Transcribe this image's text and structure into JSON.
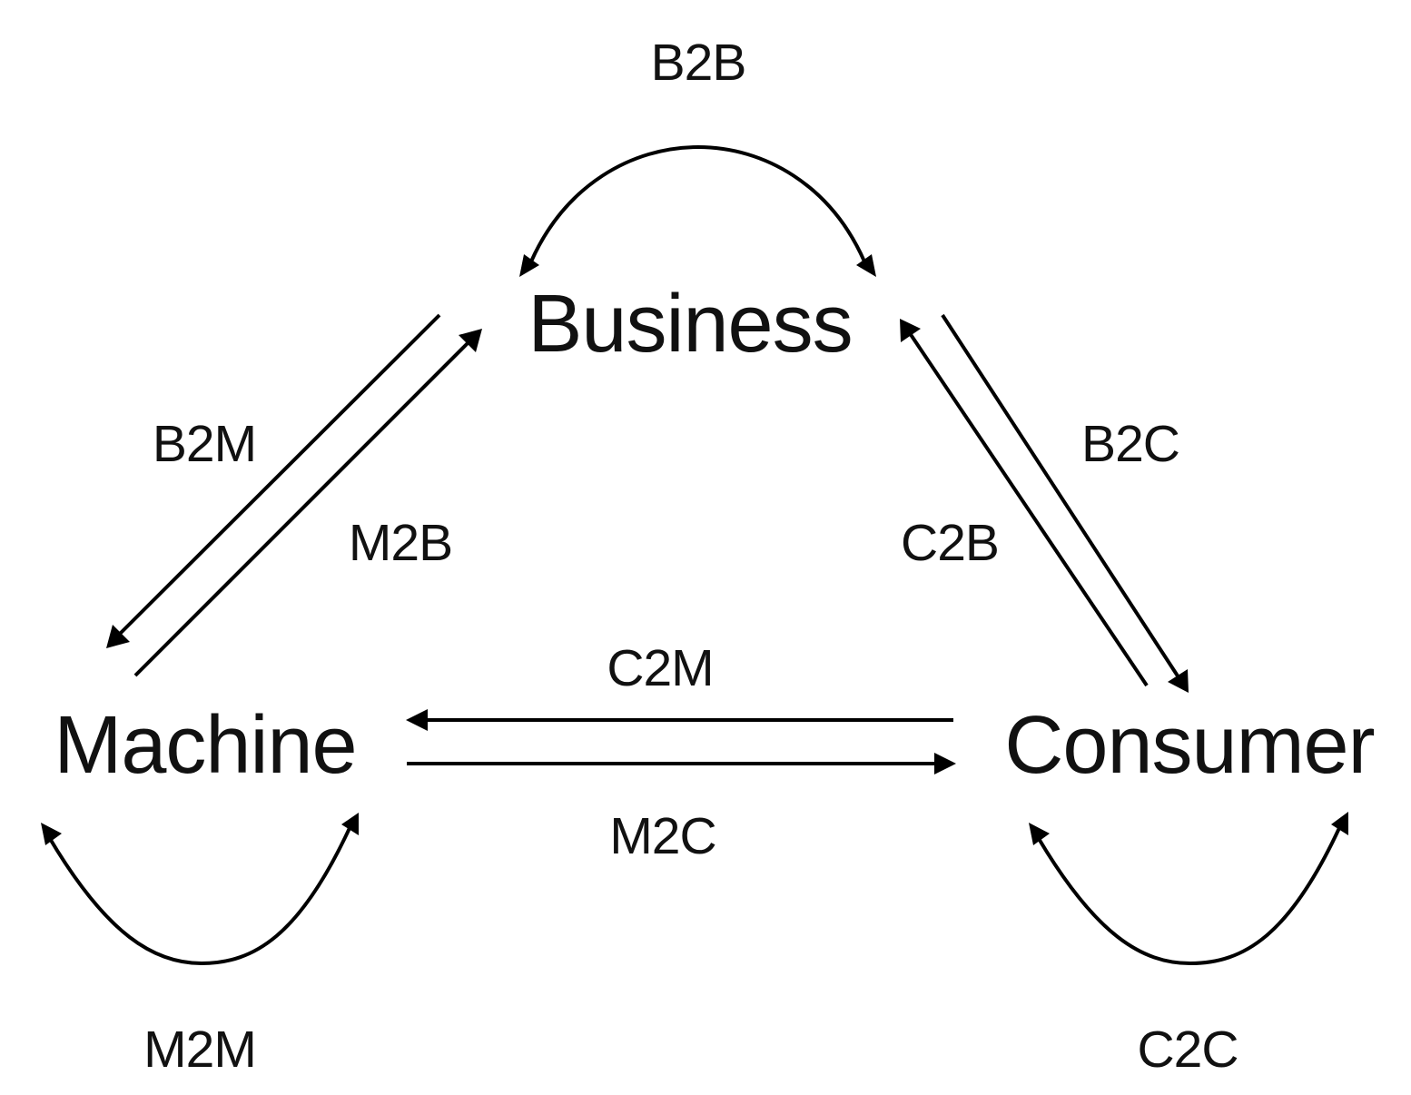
{
  "diagram": {
    "type": "relationship-triangle",
    "colors": {
      "background": "#ffffff",
      "stroke": "#000000",
      "text": "#111111"
    },
    "nodes": [
      {
        "id": "business",
        "label": "Business"
      },
      {
        "id": "machine",
        "label": "Machine"
      },
      {
        "id": "consumer",
        "label": "Consumer"
      }
    ],
    "edges": [
      {
        "id": "b2b",
        "label": "B2B",
        "from": "business",
        "to": "business",
        "shape": "self-loop",
        "arrows": "both"
      },
      {
        "id": "b2m",
        "label": "B2M",
        "from": "business",
        "to": "machine",
        "shape": "straight",
        "arrows": "end"
      },
      {
        "id": "m2b",
        "label": "M2B",
        "from": "machine",
        "to": "business",
        "shape": "straight",
        "arrows": "end"
      },
      {
        "id": "b2c",
        "label": "B2C",
        "from": "business",
        "to": "consumer",
        "shape": "straight",
        "arrows": "end"
      },
      {
        "id": "c2b",
        "label": "C2B",
        "from": "consumer",
        "to": "business",
        "shape": "straight",
        "arrows": "end"
      },
      {
        "id": "c2m",
        "label": "C2M",
        "from": "consumer",
        "to": "machine",
        "shape": "straight",
        "arrows": "end"
      },
      {
        "id": "m2c",
        "label": "M2C",
        "from": "machine",
        "to": "consumer",
        "shape": "straight",
        "arrows": "end"
      },
      {
        "id": "m2m",
        "label": "M2M",
        "from": "machine",
        "to": "machine",
        "shape": "self-loop",
        "arrows": "both"
      },
      {
        "id": "c2c",
        "label": "C2C",
        "from": "consumer",
        "to": "consumer",
        "shape": "self-loop",
        "arrows": "both"
      }
    ]
  }
}
